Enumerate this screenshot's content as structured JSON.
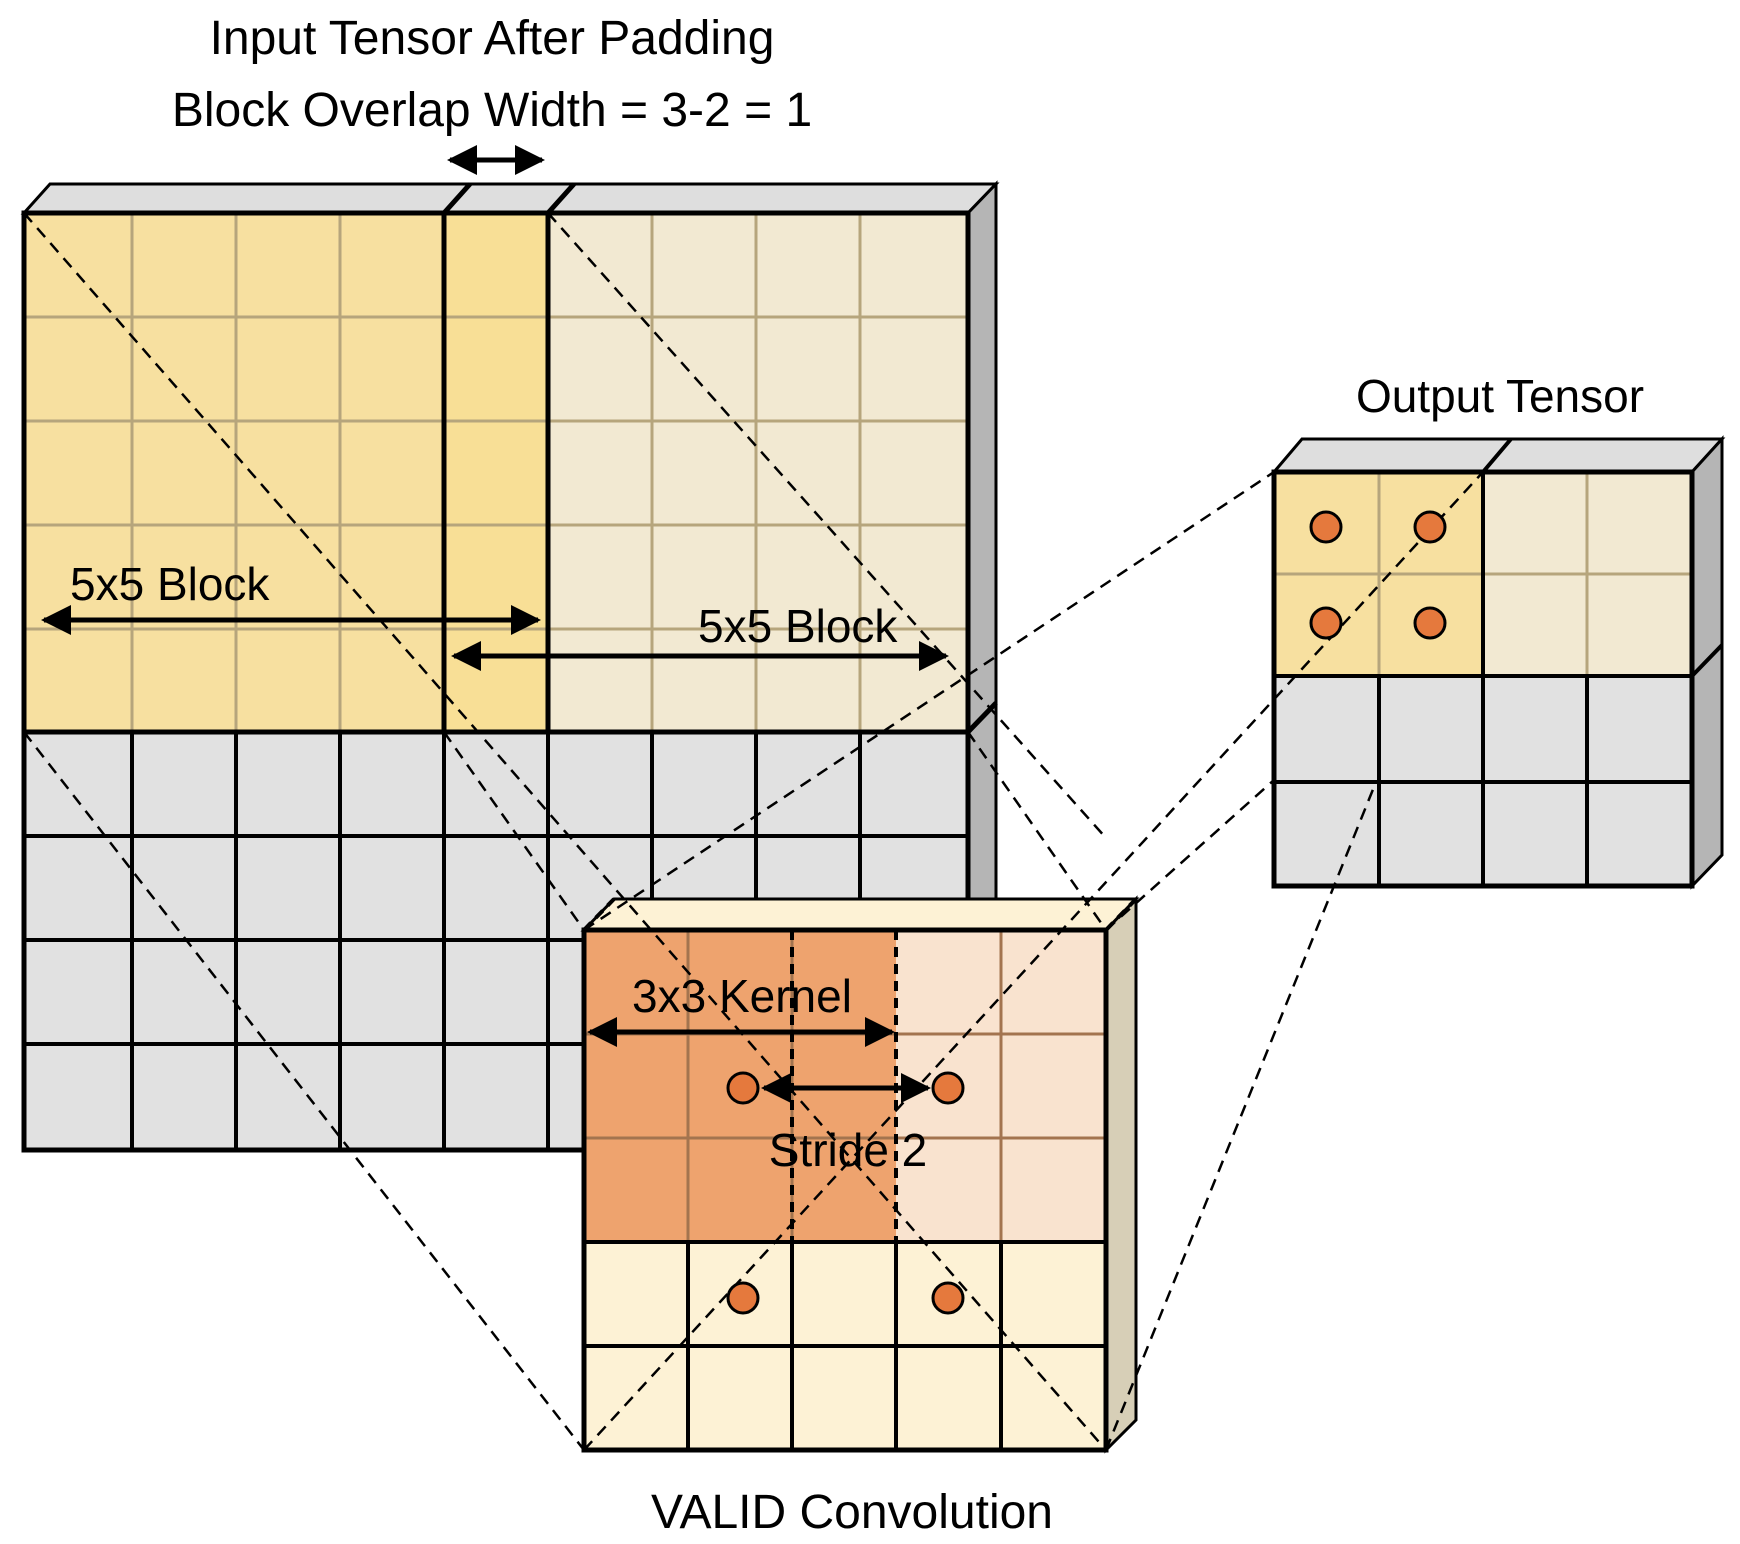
{
  "input_tensor": {
    "title": "Input Tensor After Padding",
    "overlap_label": "Block Overlap Width = 3-2 = 1",
    "block_label_left": "5x5 Block",
    "block_label_right": "5x5 Block"
  },
  "valid_conv": {
    "caption": "VALID Convolution",
    "kernel_label": "3x3 Kernel",
    "stride_label": "Stride 2"
  },
  "output_tensor": {
    "title": "Output Tensor"
  },
  "colors": {
    "block_left": "#f7e0a0",
    "overlap": "#f8df96",
    "block_right": "#f2e9d2",
    "grey_cell": "#e1e1e1",
    "side_face": "#b5b5b5",
    "top_face": "#dedede",
    "kernel": "#eea36e",
    "kernel_ghost": "#f9e3cf",
    "valid_bg": "#fdf2d5",
    "valid_side": "#d7cfb7",
    "dot": "#e5793d"
  }
}
